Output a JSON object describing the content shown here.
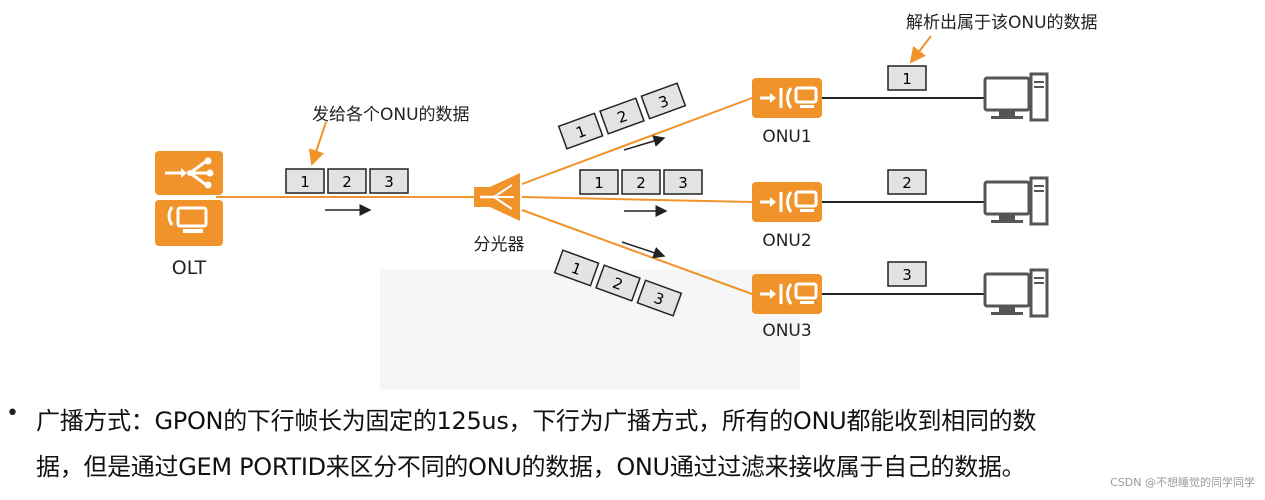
{
  "diagram": {
    "olt_label": "OLT",
    "splitter_label": "分光器",
    "annotation_send": "发给各个ONU的数据",
    "annotation_parse": "解析出属于该ONU的数据",
    "onus": [
      {
        "label": "ONU1",
        "received_frame": "1"
      },
      {
        "label": "ONU2",
        "received_frame": "2"
      },
      {
        "label": "ONU3",
        "received_frame": "3"
      }
    ],
    "frames": [
      "1",
      "2",
      "3"
    ],
    "colors": {
      "orange": "#f0932b",
      "gray_box": "#e3e3e3",
      "line_dark": "#222222"
    },
    "icons": [
      "olt-router-icon",
      "olt-computer-icon",
      "splitter-icon",
      "onu-icon",
      "pc-icon",
      "arrow-right-icon"
    ]
  },
  "text": {
    "bullet": "•",
    "line1": "广播方式：GPON的下行帧长为固定的125us，下行为广播方式，所有的ONU都能收到相同的数",
    "line2": "据，但是通过GEM PORTID来区分不同的ONU的数据，ONU通过过滤来接收属于自己的数据。"
  },
  "watermark": "CSDN @不想睡觉的同学同学"
}
